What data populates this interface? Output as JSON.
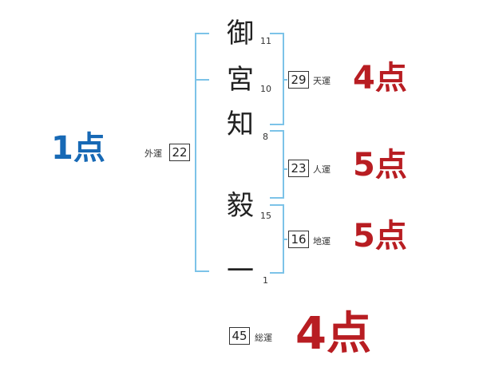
{
  "name": {
    "chars": [
      {
        "char": "御",
        "strokes": "11"
      },
      {
        "char": "宮",
        "strokes": "10"
      },
      {
        "char": "知",
        "strokes": "8"
      },
      {
        "char": "毅",
        "strokes": "15"
      },
      {
        "char": "一",
        "strokes": "1"
      }
    ]
  },
  "fortunes": {
    "gaiun": {
      "value": "22",
      "label": "外運",
      "score": "1点"
    },
    "tenun": {
      "value": "29",
      "label": "天運",
      "score": "4点"
    },
    "jinun": {
      "value": "23",
      "label": "人運",
      "score": "5点"
    },
    "chiun": {
      "value": "16",
      "label": "地運",
      "score": "5点"
    },
    "souun": {
      "value": "45",
      "label": "総運",
      "score": "4点"
    }
  },
  "colors": {
    "bracket": "#7cc3e8",
    "score_red": "#b81d22",
    "score_blue": "#1769b5"
  }
}
